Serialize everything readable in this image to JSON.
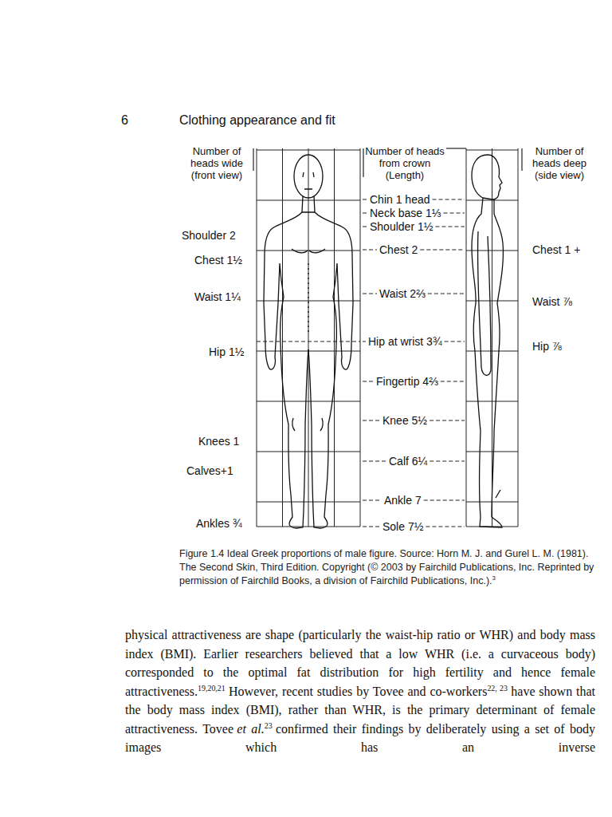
{
  "diagram": {
    "caption": "Figure 1.4 Ideal Greek proportions of male figure. Source: Horn M. J. and Gurel L. M. (1981). The Second Skin, Third Edition. Copyright (© 2003 by Fairchild Publications, Inc. Reprinted by permission of Fairchild Books, a division of Fairchild Publications, Inc.).",
    "labels": [
      "6",
      "Clothing appearance and fit",
      "Number of heads wide (front view)",
      "Number of heads from crown (Length)",
      "Number of heads deep (side view)",
      "Shoulder 2",
      "Chest 1½",
      "Waist 1¼",
      "Hip 1½",
      "Knees 1",
      "Calves+1",
      "Ankles ¾",
      "Chin 1 head",
      "Neck base 1⅓",
      "Shoulder 1½",
      "Chest 2",
      "Waist 2⅔",
      "Hip at wrist 3¾",
      "Fingertip 4⅔",
      "Knee 5½",
      "Calf 6¼",
      "Ankle 7",
      "Sole 7½",
      "Chest 1 +",
      "Waist ⅞",
      "Hip ⅞",
      "3",
      "physical attractiveness are shape (particularly the waist-hip ratio or WHR) and body mass index (BMI). Earlier researchers believed that a low WHR (i.e. a curvaceous body) corresponded to the optimal fat distribution for high fertility and hence female attractiveness.",
      "19,20,21",
      "However, recent studies by Tovee and co-workers",
      "22, 23",
      "have shown that the body mass index (BMI), rather than WHR, is the primary determinant of female attractiveness. Tovee",
      "et al.",
      "23",
      "confirmed their findings by deliberately using a set of body images which has an inverse"
    ]
  }
}
